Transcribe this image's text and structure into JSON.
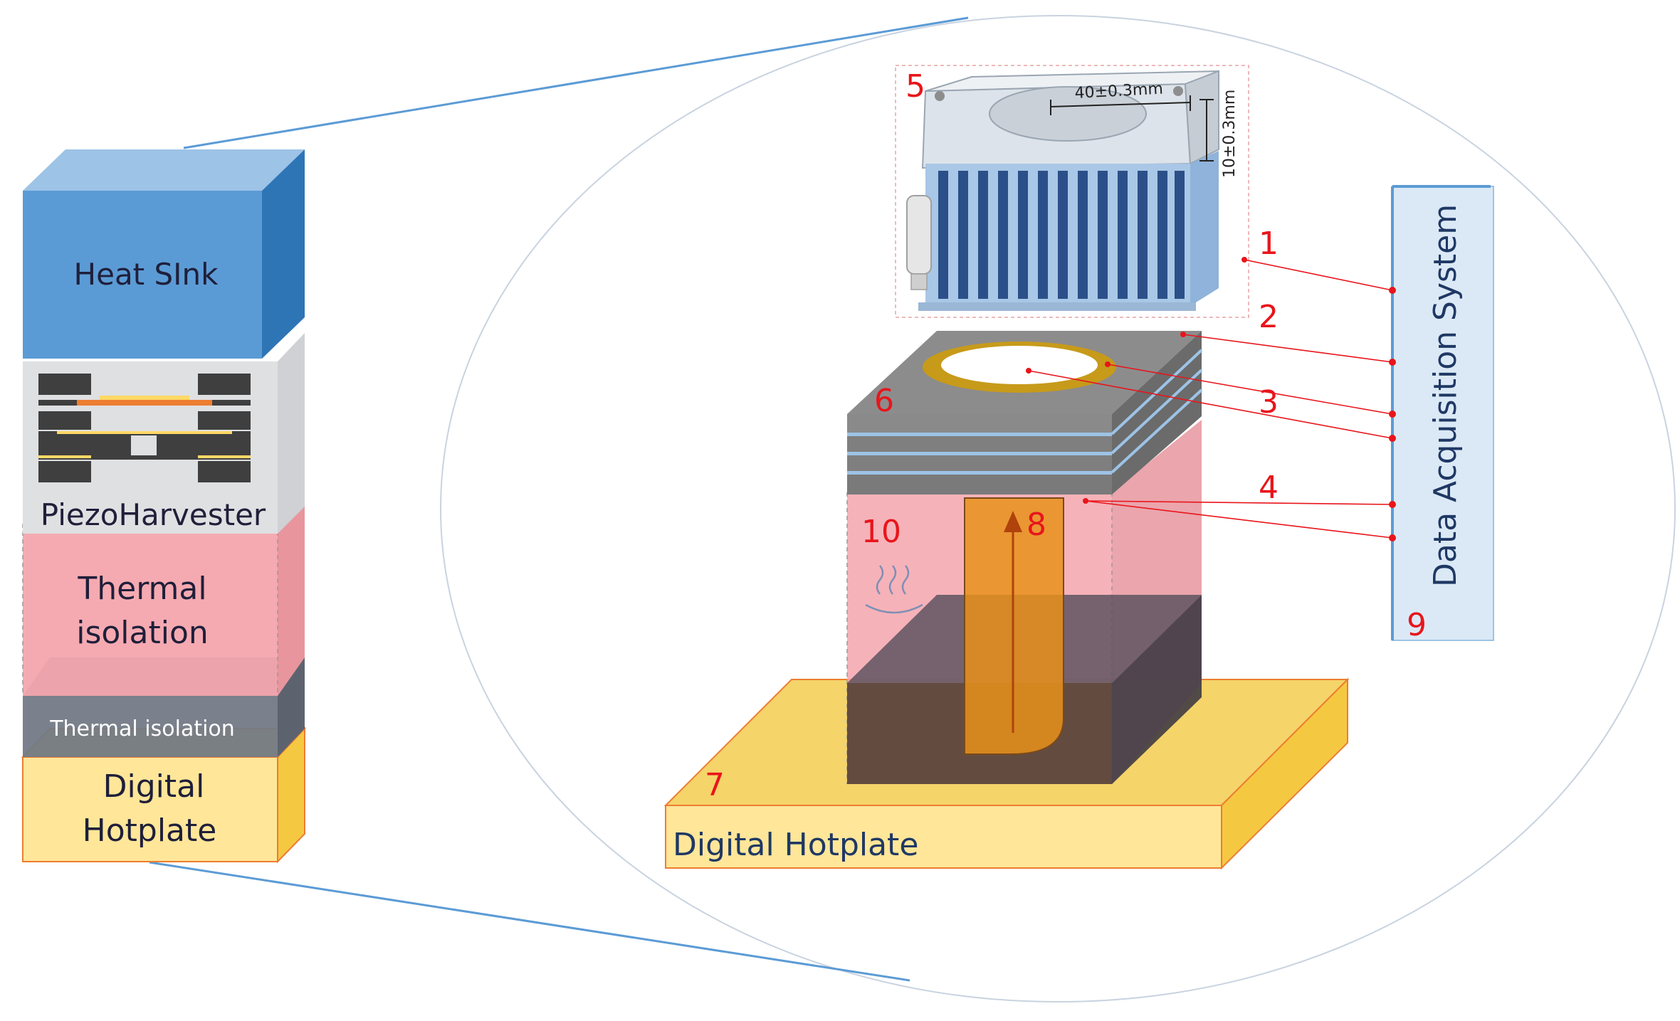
{
  "left_stack": {
    "heat_sink_label": "Heat SInk",
    "piezo_label": "PiezoHarvester",
    "thermal_isolation_line1": "Thermal",
    "thermal_isolation_line2": "isolation",
    "thermal_isolation_small": "Thermal isolation",
    "hotplate_line1": "Digital",
    "hotplate_line2": "Hotplate"
  },
  "callouts": {
    "n1": "1",
    "n2": "2",
    "n3": "3",
    "n4": "4",
    "n5": "5",
    "n6": "6",
    "n7": "7",
    "n8": "8",
    "n9": "9",
    "n10": "10"
  },
  "heatsink_photo": {
    "width_dim": "40±0.3mm",
    "height_dim": "10±0.3mm"
  },
  "data_acquisition_label": "Data Acquisition System",
  "hotplate_label": "Digital Hotplate",
  "colors": {
    "heat_sink_front": "#5b9bd5",
    "heat_sink_side": "#2e75b6",
    "heat_sink_top": "#9dc3e6",
    "thermal_isolation": "#f4a5ad",
    "hotplate_front": "#ffe699",
    "hotplate_side": "#f5c842",
    "hotplate_border": "#ed7d31",
    "callout_red": "#e8151b",
    "connector_blue": "#5b9bd5",
    "daq_fill": "#dbe9f6"
  }
}
